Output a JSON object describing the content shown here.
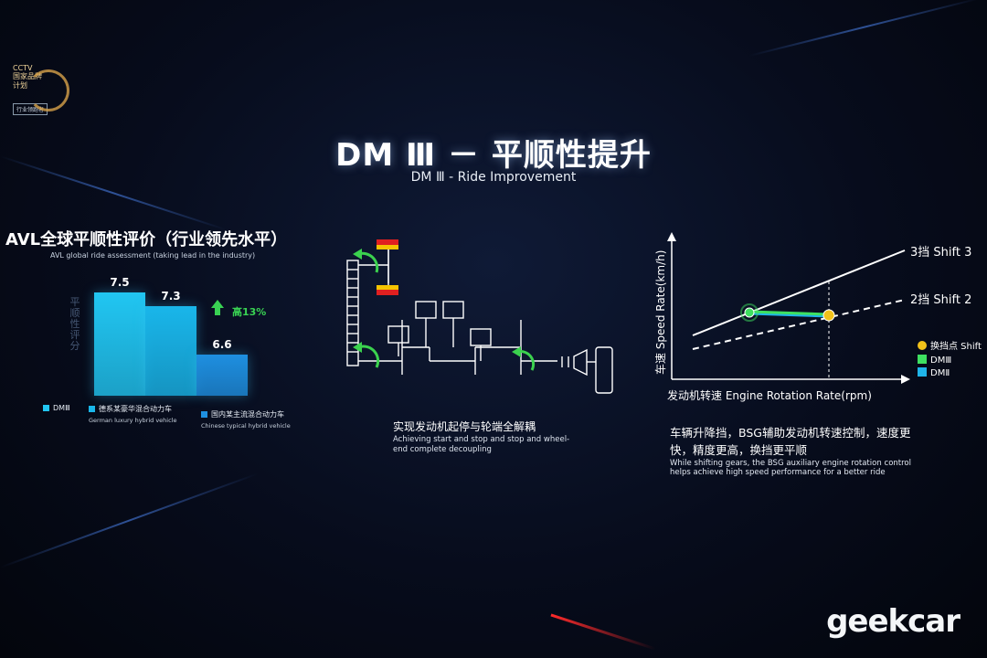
{
  "logo": {
    "line1": "CCTV",
    "line2": "国家品牌",
    "line3": "计划",
    "badge": "行业领跑者"
  },
  "slide": {
    "title": "DM Ⅲ  －  平顺性提升",
    "subtitle": "DM Ⅲ  -  Ride Improvement"
  },
  "avl": {
    "title": "AVL全球平顺性评价（行业领先水平）",
    "subtitle": "AVL global ride assessment (taking lead in the industry)",
    "ylabel": "平顺性评分",
    "improvement": "高13%"
  },
  "decouple": {
    "cn": "实现发动机起停与轮端全解耦",
    "en": "Achieving start and stop and stop and wheel-end complete decoupling"
  },
  "speed_chart": {
    "ylabel": "车速 Speed Rate(km/h)",
    "xlabel": "发动机转速 Engine Rotation Rate(rpm)",
    "line_shift3": "3挡 Shift 3",
    "line_shift2": "2挡 Shift 2",
    "legend": {
      "shift_point": "换挡点 Shift",
      "dm3": "DMⅢ",
      "dm2": "DMⅡ"
    },
    "colors": {
      "dm3": "#3ee060",
      "dm2": "#1fb4e8",
      "shift_point": "#f2c21a"
    }
  },
  "chart_text": {
    "cn": "车辆升降挡，BSG辅助发动机转速控制，速度更快，精度更高，换挡更平顺",
    "en": "While shifting gears, the BSG auxiliary engine rotation control helps achieve high speed performance for a better ride"
  },
  "watermark": "geekcar",
  "chart_data": {
    "type": "bar",
    "categories": [
      "DMⅢ",
      "德系某豪华混合动力车",
      "国内某主流混合动力车"
    ],
    "categories_en": [
      "",
      "German luxury hybrid vehicle",
      "Chinese typical hybrid vehicle"
    ],
    "values": [
      7.5,
      7.3,
      6.6
    ],
    "value_labels": [
      "7.5",
      "7.3",
      "6.6"
    ],
    "colors": [
      "#21c6f2",
      "#19b6ea",
      "#1e8fe0"
    ],
    "ylim": [
      6.0,
      7.7
    ]
  }
}
